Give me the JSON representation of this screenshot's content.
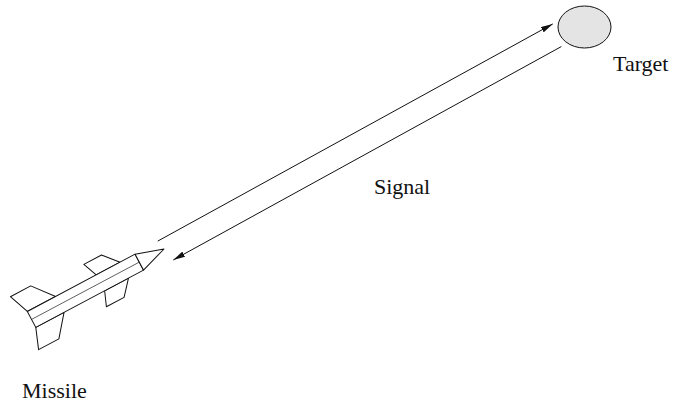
{
  "diagram": {
    "nodes": [
      {
        "text": [
          "Target"
        ]
      },
      {
        "text": [
          "Missile"
        ]
      }
    ],
    "edges": [
      {
        "from": 1,
        "to": 0,
        "arrow": "to"
      },
      {
        "from": 0,
        "to": 1,
        "arrow": "to"
      }
    ],
    "labels": [
      "Signal"
    ]
  }
}
